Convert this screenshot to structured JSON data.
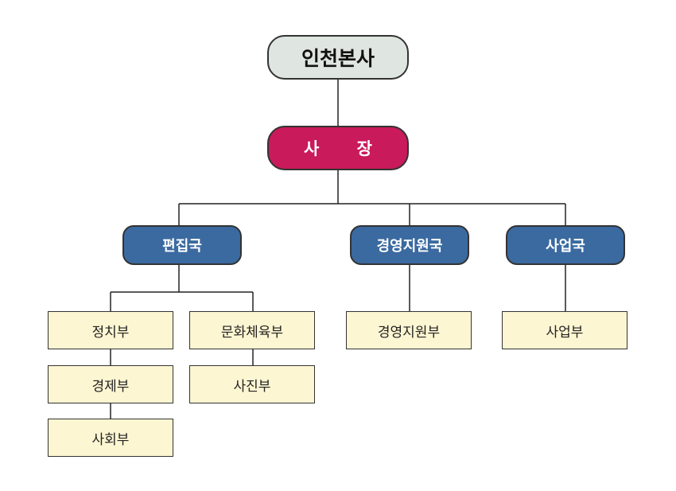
{
  "chart": {
    "root": "인천본사",
    "ceo": "사 장",
    "departments": [
      {
        "label": "편집국",
        "teams": [
          "정치부",
          "경제부",
          "사회부",
          "문화체육부",
          "사진부"
        ]
      },
      {
        "label": "경영지원국",
        "teams": [
          "경영지원부"
        ]
      },
      {
        "label": "사업국",
        "teams": [
          "사업부"
        ]
      }
    ]
  },
  "colors": {
    "root_fill": "#dfe5e0",
    "ceo_fill": "#c91a5b",
    "department_fill": "#3a6aa0",
    "team_fill": "#fdf6d2",
    "line": "#222222"
  }
}
